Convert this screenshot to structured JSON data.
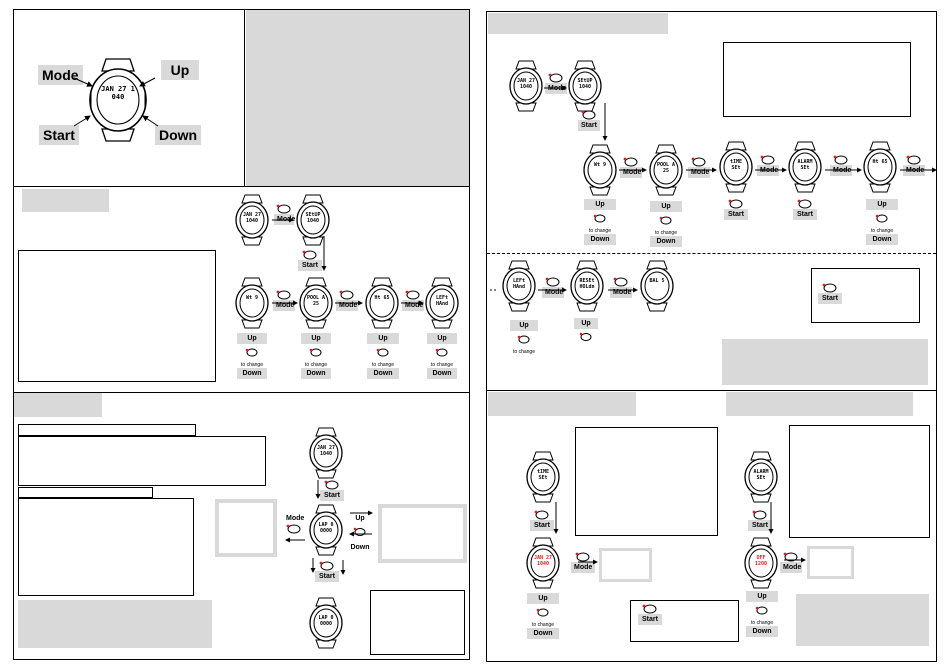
{
  "buttons": {
    "mode": "Mode",
    "start": "Start",
    "up": "Up",
    "down": "Down",
    "to_change": "to change"
  },
  "display": {
    "main_time": "JAN 27 1040",
    "setup": "SEtUP 1040",
    "wt": "Wt 9",
    "pool": "POOL A 25",
    "ht": "Ht 65",
    "left": "LEFt HAnd",
    "time_set": "tIME SEt",
    "alarm_set": "ALARM SEt",
    "reset": "RESEt HOLdn",
    "bal": "BAL 5",
    "lap": "LAP 0 0000",
    "lap2": "LAP 0 0000",
    "main_time_edit": "JAN 27 1040",
    "alarm_off": "OFF 1200"
  },
  "colors": {
    "header_gray": "#d9d9d9",
    "edit_red": "#e02020"
  }
}
